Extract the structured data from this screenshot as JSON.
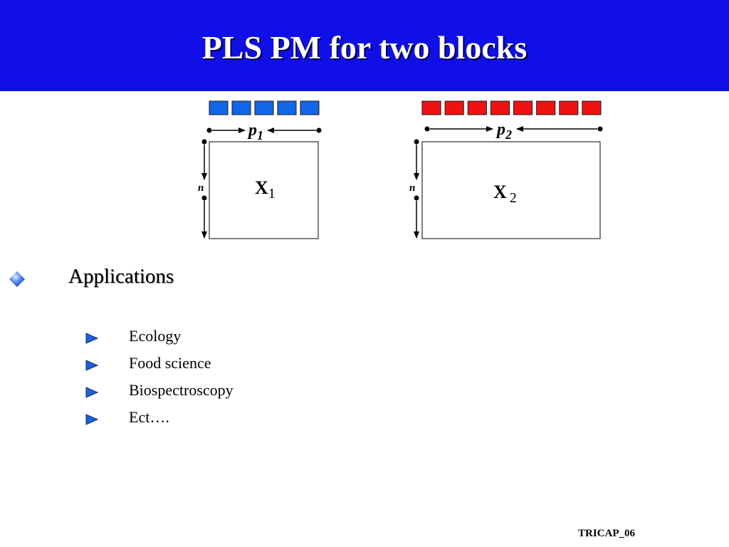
{
  "slide": {
    "title": "PLS PM for two blocks",
    "footer": "TRICAP_06"
  },
  "diagram": {
    "blocks": [
      {
        "matrix_label": "X",
        "matrix_subscript": "1",
        "dim_label": "p",
        "dim_subscript": "1",
        "rows_label": "n",
        "variable_count": 5,
        "variable_color": "#1266e8"
      },
      {
        "matrix_label": "X",
        "matrix_subscript": "2",
        "dim_label": "p",
        "dim_subscript": "2",
        "rows_label": "n",
        "variable_count": 8,
        "variable_color": "#f01212"
      }
    ]
  },
  "applications": {
    "heading": "Applications",
    "items": [
      "Ecology",
      "Food science",
      "Biospectroscopy",
      "Ect…."
    ]
  },
  "colors": {
    "header_background": "#0f0fe6",
    "title_text": "#ffffff",
    "bullet_blue": "#1e5fd8"
  }
}
